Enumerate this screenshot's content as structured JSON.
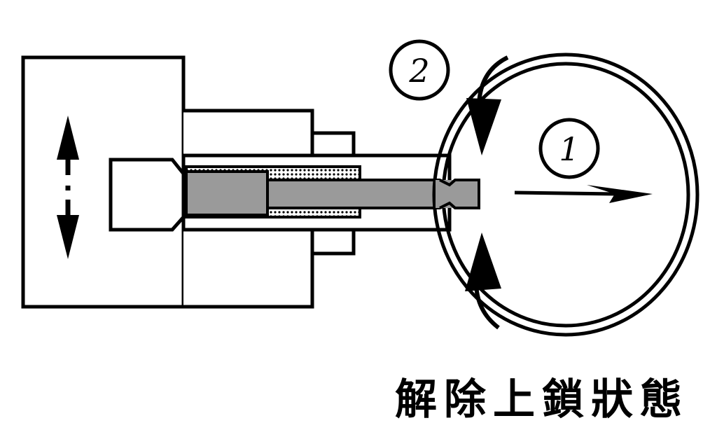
{
  "caption": "解除上鎖狀態",
  "labels": {
    "marker_1": "1",
    "marker_2": "2"
  },
  "icons": {
    "vertical_arrow": "double-headed-vertical-arrow-icon",
    "rotation_arrows": "rotation-arrow-icon",
    "direction_arrow": "arrow-right-icon"
  },
  "colors": {
    "line": "#000000",
    "rod_fill": "#9a9a9a",
    "background": "#ffffff"
  }
}
